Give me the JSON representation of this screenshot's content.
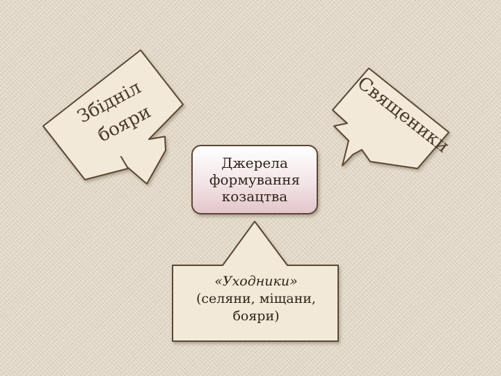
{
  "diagram": {
    "center": {
      "lines": [
        "Джерела",
        "формування",
        "козацтва"
      ]
    },
    "left_arrow": {
      "lines": [
        "Збідніл",
        "бояри"
      ]
    },
    "right_arrow": {
      "text": "Священики"
    },
    "bottom_arrow": {
      "title": "«Уходники»",
      "lines": [
        "(селяни, міщани,",
        "бояри)"
      ]
    }
  },
  "colors": {
    "background": "#e6dccb",
    "arrow_fill": "#f3e9d8",
    "outline": "#5a4632",
    "text": "#2e2418"
  }
}
